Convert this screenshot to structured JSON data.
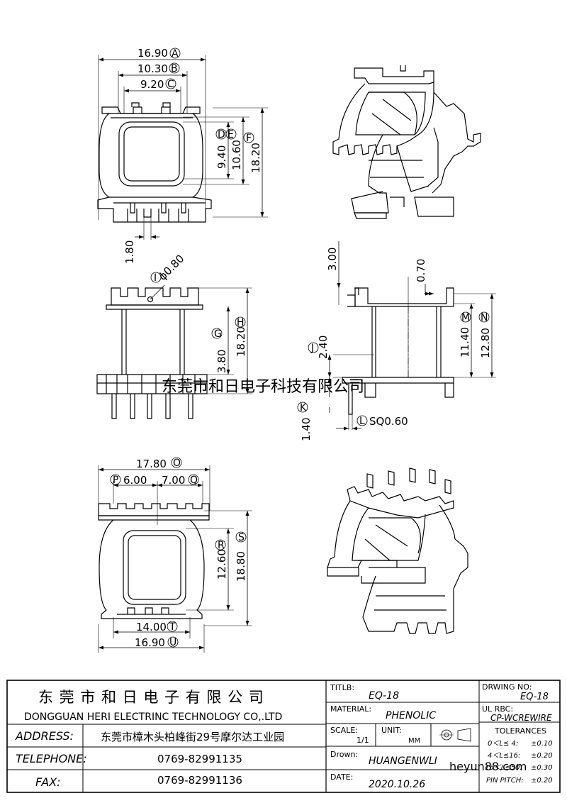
{
  "top_view": {
    "dims": {
      "a": "16.90",
      "b": "10.30",
      "c": "9.20",
      "d": "9.40",
      "e": "10.60",
      "f": "18.20",
      "g": "1.80"
    },
    "markers": {
      "a": "A",
      "b": "B",
      "c": "C",
      "d": "D",
      "e": "E",
      "f": "F"
    }
  },
  "front_view": {
    "dims": {
      "dia": "ϕ0.80",
      "g": "3.80",
      "h": "18.20"
    },
    "markers": {
      "i": "I",
      "g": "G",
      "h": "H"
    }
  },
  "side_view": {
    "dims": {
      "top": "3.00",
      "wall": "0.70",
      "j": "2.40",
      "k": "1.40",
      "l": "SQ0.60",
      "m": "11.40",
      "n": "12.80"
    },
    "markers": {
      "j": "J",
      "k": "K",
      "l": "L",
      "m": "M",
      "n": "N"
    }
  },
  "bottom_view": {
    "dims": {
      "o": "17.80",
      "p": "6.00",
      "q": "7.00",
      "r": "12.60",
      "s": "18.80",
      "t": "14.00",
      "u": "16.90"
    },
    "markers": {
      "o": "O",
      "p": "P",
      "q": "Q",
      "r": "R",
      "s": "S",
      "t": "T",
      "u": "U"
    }
  },
  "watermark": "东莞市和日电子科技有限公司",
  "watermark_corner": "heyun88.com",
  "title_block": {
    "company_cn": "东 莞 市 和 日 电 子 有 限 公 司",
    "company_en": "DONGGUAN HERI ELECTRINC TECHNOLOGY CO,.LTD",
    "address_label": "ADDRESS:",
    "address": "东莞市樟木头柏峰街29号摩尔达工业园",
    "telephone_label": "TELEPHONE:",
    "telephone": "0769-82991135",
    "fax_label": "FAX:",
    "fax": "0769-82991136",
    "title_label": "TITLB:",
    "title": "EQ-18",
    "material_label": "MATERIAL:",
    "material": "PHENOLIC",
    "scale_label": "SCALE:",
    "scale": "1/1",
    "unit_label": "UNIT:",
    "unit": "MM",
    "drawn_label": "Drown:",
    "drawn": "HUANGENWLI",
    "date_label": "DATE:",
    "date": "2020.10.26",
    "drawing_no_label": "DRWING NO:",
    "drawing_no": "EQ-18",
    "ul_label": "UL RBC:",
    "ul_value": "CP-WCREWIRE",
    "tolerances_title": "TOLERANCES",
    "tolerances": [
      {
        "range": "0＜L≤ 4:",
        "value": "±0.10"
      },
      {
        "range": "4＜L≤16:",
        "value": "±0.20"
      },
      {
        "range": "16＜L≤50:",
        "value": "±0.30"
      },
      {
        "range": "PIN PITCH:",
        "value": "±0.20"
      }
    ]
  }
}
